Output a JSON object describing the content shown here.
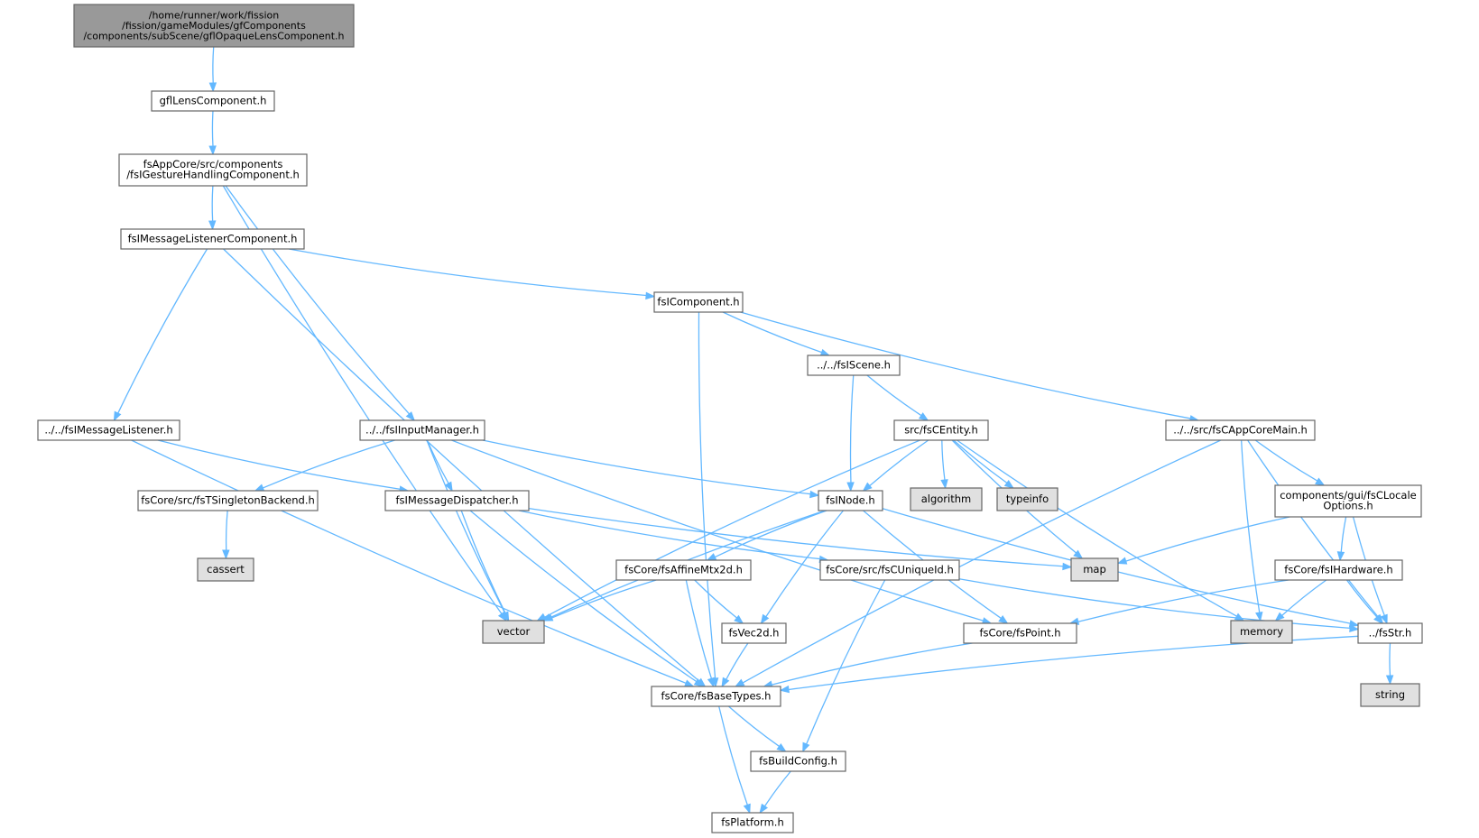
{
  "colors": {
    "edge": "#63b8ff",
    "node_fill": "#ffffff",
    "root_fill": "#999999",
    "system_fill": "#e0e0e0",
    "border": "#666666",
    "system_border": "#999999"
  },
  "graph": {
    "nodes": [
      {
        "id": "root",
        "kind": "root",
        "lines": [
          "/home/runner/work/fission",
          "/fission/gameModules/gfComponents",
          "/components/subScene/gflOpaqueLensComponent.h"
        ]
      },
      {
        "id": "gflLens",
        "kind": "file",
        "lines": [
          "gflLensComponent.h"
        ]
      },
      {
        "id": "gesture",
        "kind": "file",
        "lines": [
          "fsAppCore/src/components",
          "/fsIGestureHandlingComponent.h"
        ]
      },
      {
        "id": "msgListComp",
        "kind": "file",
        "lines": [
          "fsIMessageListenerComponent.h"
        ]
      },
      {
        "id": "comp",
        "kind": "file",
        "lines": [
          "fsIComponent.h"
        ]
      },
      {
        "id": "scene",
        "kind": "file",
        "lines": [
          "../../fsIScene.h"
        ]
      },
      {
        "id": "msgList",
        "kind": "file",
        "lines": [
          "../../fsIMessageListener.h"
        ]
      },
      {
        "id": "inputMgr",
        "kind": "file",
        "lines": [
          "../../fsIInputManager.h"
        ]
      },
      {
        "id": "entity",
        "kind": "file",
        "lines": [
          "src/fsCEntity.h"
        ]
      },
      {
        "id": "appMain",
        "kind": "file",
        "lines": [
          "../../src/fsCAppCoreMain.h"
        ]
      },
      {
        "id": "singleton",
        "kind": "file",
        "lines": [
          "fsCore/src/fsTSingletonBackend.h"
        ]
      },
      {
        "id": "dispatcher",
        "kind": "file",
        "lines": [
          "fsIMessageDispatcher.h"
        ]
      },
      {
        "id": "inode",
        "kind": "file",
        "lines": [
          "fsINode.h"
        ]
      },
      {
        "id": "algorithm",
        "kind": "system",
        "lines": [
          "algorithm"
        ]
      },
      {
        "id": "typeinfo",
        "kind": "system",
        "lines": [
          "typeinfo"
        ]
      },
      {
        "id": "locale",
        "kind": "file",
        "lines": [
          "components/gui/fsCLocale",
          "Options.h"
        ]
      },
      {
        "id": "cassert",
        "kind": "system",
        "lines": [
          "cassert"
        ]
      },
      {
        "id": "map",
        "kind": "system",
        "lines": [
          "map"
        ]
      },
      {
        "id": "affine",
        "kind": "file",
        "lines": [
          "fsCore/fsAffineMtx2d.h"
        ]
      },
      {
        "id": "uniqueId",
        "kind": "file",
        "lines": [
          "fsCore/src/fsCUniqueId.h"
        ]
      },
      {
        "id": "hardware",
        "kind": "file",
        "lines": [
          "fsCore/fsIHardware.h"
        ]
      },
      {
        "id": "vector",
        "kind": "system",
        "lines": [
          "vector"
        ]
      },
      {
        "id": "vec2d",
        "kind": "file",
        "lines": [
          "fsVec2d.h"
        ]
      },
      {
        "id": "point",
        "kind": "file",
        "lines": [
          "fsCore/fsPoint.h"
        ]
      },
      {
        "id": "memory",
        "kind": "system",
        "lines": [
          "memory"
        ]
      },
      {
        "id": "fsStr",
        "kind": "file",
        "lines": [
          "../fsStr.h"
        ]
      },
      {
        "id": "baseTypes",
        "kind": "file",
        "lines": [
          "fsCore/fsBaseTypes.h"
        ]
      },
      {
        "id": "string",
        "kind": "system",
        "lines": [
          "string"
        ]
      },
      {
        "id": "buildConfig",
        "kind": "file",
        "lines": [
          "fsBuildConfig.h"
        ]
      },
      {
        "id": "platform",
        "kind": "file",
        "lines": [
          "fsPlatform.h"
        ]
      }
    ],
    "edges": [
      {
        "from": "root",
        "to": "gflLens"
      },
      {
        "from": "gflLens",
        "to": "gesture"
      },
      {
        "from": "gesture",
        "to": "msgListComp"
      },
      {
        "from": "gesture",
        "to": "inputMgr"
      },
      {
        "from": "gesture",
        "to": "vector"
      },
      {
        "from": "msgListComp",
        "to": "comp"
      },
      {
        "from": "msgListComp",
        "to": "msgList"
      },
      {
        "from": "msgListComp",
        "to": "baseTypes"
      },
      {
        "from": "comp",
        "to": "scene"
      },
      {
        "from": "comp",
        "to": "appMain"
      },
      {
        "from": "comp",
        "to": "baseTypes"
      },
      {
        "from": "scene",
        "to": "entity"
      },
      {
        "from": "scene",
        "to": "inode"
      },
      {
        "from": "msgList",
        "to": "dispatcher"
      },
      {
        "from": "msgList",
        "to": "baseTypes"
      },
      {
        "from": "inputMgr",
        "to": "singleton"
      },
      {
        "from": "inputMgr",
        "to": "dispatcher"
      },
      {
        "from": "inputMgr",
        "to": "inode"
      },
      {
        "from": "inputMgr",
        "to": "vector"
      },
      {
        "from": "inputMgr",
        "to": "point"
      },
      {
        "from": "entity",
        "to": "inode"
      },
      {
        "from": "entity",
        "to": "algorithm"
      },
      {
        "from": "entity",
        "to": "typeinfo"
      },
      {
        "from": "entity",
        "to": "map"
      },
      {
        "from": "entity",
        "to": "memory"
      },
      {
        "from": "entity",
        "to": "vector"
      },
      {
        "from": "appMain",
        "to": "locale"
      },
      {
        "from": "appMain",
        "to": "memory"
      },
      {
        "from": "appMain",
        "to": "fsStr"
      },
      {
        "from": "appMain",
        "to": "baseTypes"
      },
      {
        "from": "singleton",
        "to": "cassert"
      },
      {
        "from": "dispatcher",
        "to": "uniqueId"
      },
      {
        "from": "dispatcher",
        "to": "map"
      },
      {
        "from": "dispatcher",
        "to": "vector"
      },
      {
        "from": "dispatcher",
        "to": "baseTypes"
      },
      {
        "from": "inode",
        "to": "affine"
      },
      {
        "from": "inode",
        "to": "vec2d"
      },
      {
        "from": "inode",
        "to": "point"
      },
      {
        "from": "inode",
        "to": "fsStr"
      },
      {
        "from": "inode",
        "to": "vector"
      },
      {
        "from": "locale",
        "to": "map"
      },
      {
        "from": "locale",
        "to": "hardware"
      },
      {
        "from": "locale",
        "to": "fsStr"
      },
      {
        "from": "affine",
        "to": "vector"
      },
      {
        "from": "affine",
        "to": "vec2d"
      },
      {
        "from": "affine",
        "to": "baseTypes"
      },
      {
        "from": "uniqueId",
        "to": "fsStr"
      },
      {
        "from": "uniqueId",
        "to": "buildConfig"
      },
      {
        "from": "hardware",
        "to": "point"
      },
      {
        "from": "hardware",
        "to": "memory"
      },
      {
        "from": "hardware",
        "to": "fsStr"
      },
      {
        "from": "vec2d",
        "to": "baseTypes"
      },
      {
        "from": "point",
        "to": "baseTypes"
      },
      {
        "from": "fsStr",
        "to": "string"
      },
      {
        "from": "fsStr",
        "to": "baseTypes"
      },
      {
        "from": "baseTypes",
        "to": "buildConfig"
      },
      {
        "from": "baseTypes",
        "to": "platform"
      },
      {
        "from": "buildConfig",
        "to": "platform"
      }
    ]
  }
}
